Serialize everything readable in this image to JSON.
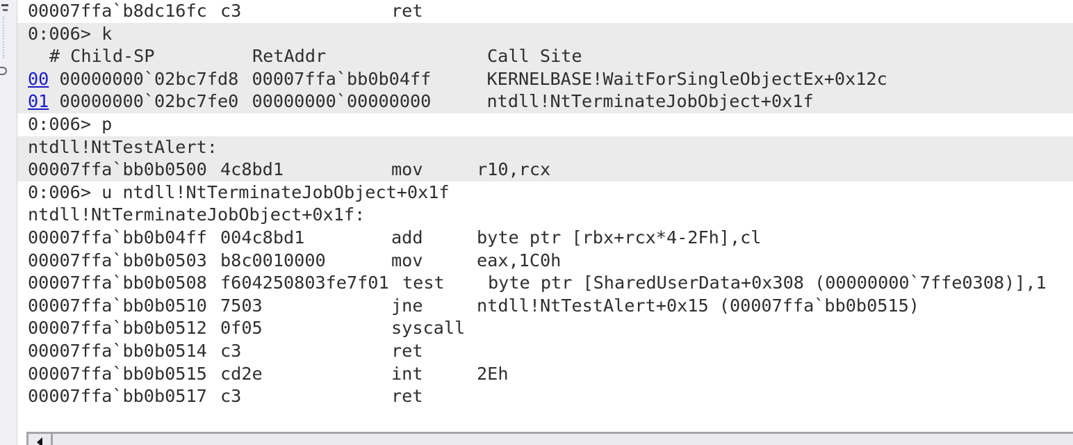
{
  "debugger_output": {
    "lines": [
      {
        "id": "l0",
        "shaded": false,
        "addr": "00007ffa`b8dc16fc",
        "bytes": "c3",
        "mnemonic": "ret",
        "operands": ""
      },
      {
        "id": "l1",
        "shaded": true,
        "prompt": "0:006>",
        "command": "k"
      },
      {
        "id": "l2",
        "shaded": true,
        "header": {
          "num": "#",
          "child_sp": "Child-SP",
          "ret_addr": "RetAddr",
          "call_site": "Call Site"
        }
      },
      {
        "id": "l3",
        "shaded": true,
        "frame": {
          "index": "00",
          "child_sp": "00000000`02bc7fd8",
          "ret_addr": "00007ffa`bb0b04ff",
          "call_site": "KERNELBASE!WaitForSingleObjectEx+0x12c"
        }
      },
      {
        "id": "l4",
        "shaded": true,
        "frame": {
          "index": "01",
          "child_sp": "00000000`02bc7fe0",
          "ret_addr": "00000000`00000000",
          "call_site": "ntdll!NtTerminateJobObject+0x1f"
        }
      },
      {
        "id": "l5",
        "shaded": false,
        "prompt": "0:006>",
        "command": "p"
      },
      {
        "id": "l6",
        "shaded": true,
        "label": "ntdll!NtTestAlert:"
      },
      {
        "id": "l7",
        "shaded": true,
        "addr": "00007ffa`bb0b0500",
        "bytes": "4c8bd1",
        "mnemonic": "mov",
        "operands": "r10,rcx"
      },
      {
        "id": "l8",
        "shaded": false,
        "prompt": "0:006>",
        "command": "u ntdll!NtTerminateJobObject+0x1f"
      },
      {
        "id": "l9",
        "shaded": false,
        "label": "ntdll!NtTerminateJobObject+0x1f:"
      },
      {
        "id": "l10",
        "shaded": false,
        "addr": "00007ffa`bb0b04ff",
        "bytes": "004c8bd1",
        "mnemonic": "add",
        "operands": "byte ptr [rbx+rcx*4-2Fh],cl"
      },
      {
        "id": "l11",
        "shaded": false,
        "addr": "00007ffa`bb0b0503",
        "bytes": "b8c0010000",
        "mnemonic": "mov",
        "operands": "eax,1C0h"
      },
      {
        "id": "l12",
        "shaded": false,
        "addr": "00007ffa`bb0b0508",
        "bytes": "f604250803fe7f01",
        "mnemonic": "test",
        "operands": "byte ptr [SharedUserData+0x308 (00000000`7ffe0308)],1"
      },
      {
        "id": "l13",
        "shaded": false,
        "addr": "00007ffa`bb0b0510",
        "bytes": "7503",
        "mnemonic": "jne",
        "operands": "ntdll!NtTestAlert+0x15 (00007ffa`bb0b0515)"
      },
      {
        "id": "l14",
        "shaded": false,
        "addr": "00007ffa`bb0b0512",
        "bytes": "0f05",
        "mnemonic": "syscall",
        "operands": ""
      },
      {
        "id": "l15",
        "shaded": false,
        "addr": "00007ffa`bb0b0514",
        "bytes": "c3",
        "mnemonic": "ret",
        "operands": ""
      },
      {
        "id": "l16",
        "shaded": false,
        "addr": "00007ffa`bb0b0515",
        "bytes": "cd2e",
        "mnemonic": "int",
        "operands": "2Eh"
      },
      {
        "id": "l17",
        "shaded": false,
        "addr": "00007ffa`bb0b0517",
        "bytes": "c3",
        "mnemonic": "ret",
        "operands": ""
      }
    ]
  },
  "colors": {
    "background": "#ffffff",
    "shaded_band": "#ebebeb",
    "text": "#2f2f2f",
    "link": "#1a1acc",
    "scrollbar_track": "#ebeaef",
    "scrollbar_border": "#a5a4a8"
  },
  "scrollbar": {
    "left_arrow_icon": "triangle-left"
  }
}
